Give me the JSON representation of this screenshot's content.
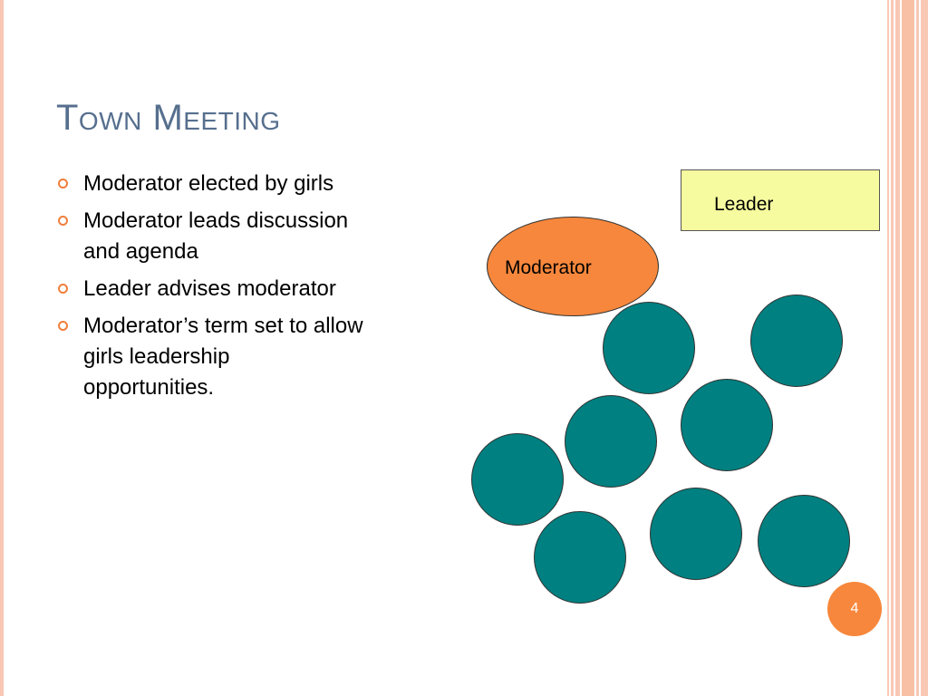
{
  "slide": {
    "title": "Town Meeting",
    "bullets": [
      "Moderator elected by girls",
      "Moderator leads discussion and agenda",
      "Leader advises moderator",
      "Moderator’s term set to allow girls leadership opportunities."
    ],
    "diagram": {
      "leader_label": "Leader",
      "moderator_label": "Moderator",
      "seat_count": 8
    },
    "page_number": "4"
  },
  "colors": {
    "title": "#566f8e",
    "bullet_marker": "#f07f3c",
    "leader_box": "#f6fb9f",
    "moderator": "#f7873c",
    "seats": "#008080",
    "page_badge": "#f7873c",
    "border_stripes": "#f9c8b4"
  }
}
